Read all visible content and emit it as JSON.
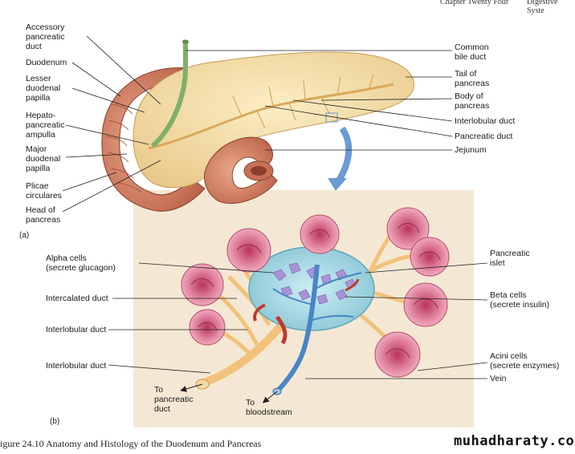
{
  "header": {
    "chapter": "Chapter Twenty Four",
    "section": "Digestive Syste"
  },
  "panel_a": {
    "tag": "(a)",
    "left_labels": [
      {
        "lines": [
          "Accessory",
          "pancreatic",
          "duct"
        ]
      },
      {
        "lines": [
          "Duodenum"
        ]
      },
      {
        "lines": [
          "Lesser",
          "duodenal",
          "papilla"
        ]
      },
      {
        "lines": [
          "Hepato-",
          "pancreatic",
          "ampulla"
        ]
      },
      {
        "lines": [
          "Major",
          "duodenal",
          "papilla"
        ]
      },
      {
        "lines": [
          "Plicae",
          "circulares"
        ]
      },
      {
        "lines": [
          "Head of",
          "pancreas"
        ]
      }
    ],
    "right_labels": [
      {
        "lines": [
          "Common",
          "bile duct"
        ]
      },
      {
        "lines": [
          "Tail of",
          "pancreas"
        ]
      },
      {
        "lines": [
          "Body of",
          "pancreas"
        ]
      },
      {
        "lines": [
          "Interlobular duct"
        ]
      },
      {
        "lines": [
          "Pancreatic duct"
        ]
      },
      {
        "lines": [
          "Jejunum"
        ]
      }
    ]
  },
  "panel_b": {
    "tag": "(b)",
    "left_labels": [
      {
        "lines": [
          "Alpha cells",
          "(secrete glucagon)"
        ]
      },
      {
        "lines": [
          "Intercalated duct"
        ]
      },
      {
        "lines": [
          "Interlobular duct"
        ]
      },
      {
        "lines": [
          "Interlobular duct"
        ]
      }
    ],
    "right_labels": [
      {
        "lines": [
          "Pancreatic",
          "islet"
        ]
      },
      {
        "lines": [
          "Beta cells",
          "(secrete insulin)"
        ]
      },
      {
        "lines": [
          "Acini cells",
          "(secrete enzymes)"
        ]
      },
      {
        "lines": [
          "Vein"
        ]
      }
    ],
    "bottom_labels": [
      {
        "lines": [
          "To",
          "pancreatic",
          "duct"
        ]
      },
      {
        "lines": [
          "To",
          "bloodstream"
        ]
      }
    ]
  },
  "caption": "igure 24.10  Anatomy and Histology of the Duodenum and Pancreas",
  "watermark": "muhadharaty.com",
  "colors": {
    "pancreas": "#f3dea0",
    "duodenum": "#d98a6a",
    "islet": "#9fd4e0",
    "acini": "#e08aa3",
    "duct": "#f2c27a",
    "vein": "#4a86c5",
    "artery": "#c0392b",
    "arrow": "#6a9bd4",
    "panel_bg": "#f4e8d4"
  }
}
